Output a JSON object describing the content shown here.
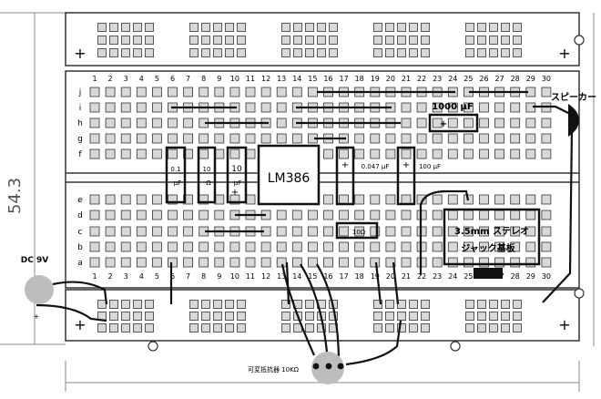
{
  "dimension_label": "54.3",
  "column_numbers": [
    "1",
    "2",
    "3",
    "4",
    "5",
    "6",
    "7",
    "8",
    "9",
    "10",
    "11",
    "12",
    "13",
    "14",
    "15",
    "16",
    "17",
    "18",
    "19",
    "20",
    "21",
    "22",
    "23",
    "24",
    "25",
    "26",
    "27",
    "28",
    "29",
    "30"
  ],
  "upper_row_letters": [
    "j",
    "i",
    "h",
    "g",
    "f"
  ],
  "lower_row_letters": [
    "e",
    "d",
    "c",
    "b",
    "a"
  ],
  "rail_plus": "+",
  "component_labels": {
    "ic": "LM386",
    "cap_01": "0.1",
    "cap_01_unit": "μF",
    "cap_10_a": "10",
    "cap_10_a_unit": "Ω",
    "cap_10_b": "10",
    "cap_10_b_unit": "μF",
    "cap_0047": "0.047 μF",
    "cap_100": "100 μF",
    "cap_1000": "1000 μF",
    "res_10": "10Ω",
    "jack_line1": "3.5mm ステレオ",
    "jack_line2": "ジャック基板",
    "speaker": "スピーカー",
    "dc": "DC  9V",
    "pot": "可変抵抗器 10KΩ"
  },
  "colors": {
    "board_line": "#333333",
    "hole_fill": "#d8d8d8",
    "hole_stroke": "#333333",
    "wire": "#111111",
    "gray_part": "#bdbdbd"
  }
}
